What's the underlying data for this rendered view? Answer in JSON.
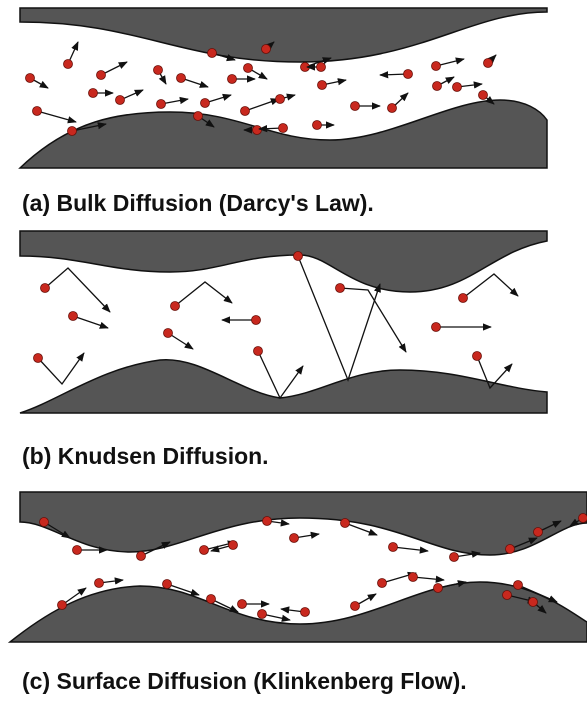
{
  "panels": [
    {
      "id": "a",
      "caption": "(a) Bulk Diffusion (Darcy's Law)."
    },
    {
      "id": "b",
      "caption": "(b) Knudsen Diffusion."
    },
    {
      "id": "c",
      "caption": "(c) Surface Diffusion (Klinkenberg Flow)."
    }
  ],
  "colors": {
    "wall": "#555555",
    "molecule": "#c8281e",
    "arrow": "#111111"
  }
}
